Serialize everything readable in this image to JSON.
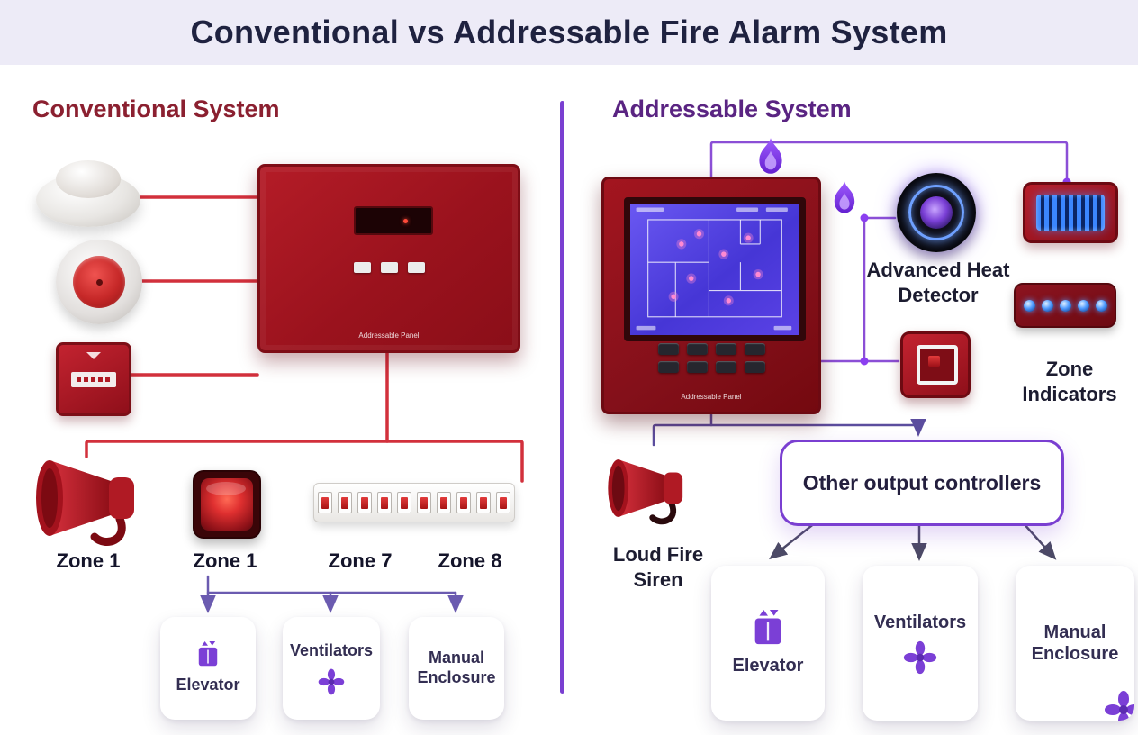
{
  "title": "Conventional vs Addressable Fire Alarm System",
  "left": {
    "heading": "Conventional System",
    "panel_label": "Addressable Panel",
    "zones": [
      "Zone 1",
      "Zone 1",
      "Zone 7",
      "Zone 8"
    ],
    "cards": [
      {
        "label": "Elevator"
      },
      {
        "label": "Ventilators"
      },
      {
        "label": "Manual Enclosure"
      }
    ]
  },
  "right": {
    "heading": "Addressable System",
    "panel_label": "Addressable Panel",
    "heat_detector_label": "Advanced Heat Detector",
    "zone_indicators_label": "Zone Indicators",
    "siren_label": "Loud Fire Siren",
    "output_box_label": "Other output controllers",
    "cards": [
      {
        "label": "Elevator"
      },
      {
        "label": "Ventilators"
      },
      {
        "label": "Manual Enclosure"
      }
    ]
  },
  "colors": {
    "title": "#1f2240",
    "left_heading": "#8b2030",
    "right_heading": "#5a2482",
    "divider_purple": "#7a3fd1",
    "wire_red": "#d2303c",
    "wire_purple": "#8b4fd6",
    "icon_purple": "#7b3fd6",
    "panel_red": "#9a121d"
  }
}
